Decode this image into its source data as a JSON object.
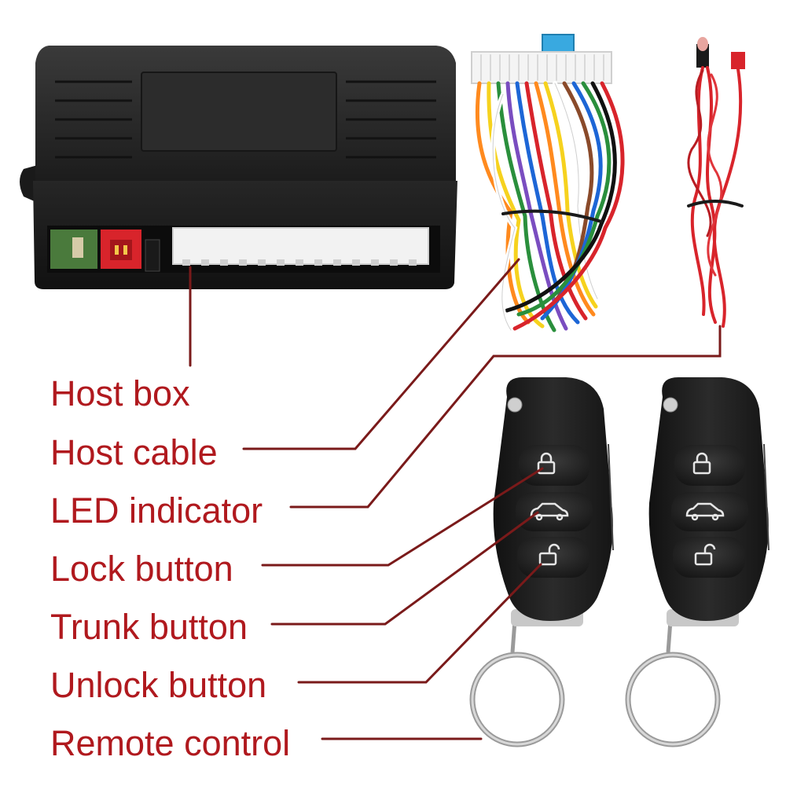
{
  "labels": [
    "Host box",
    "Host cable",
    "LED indicator",
    "Lock button",
    "Trunk button",
    "Unlock button",
    "Remote control"
  ],
  "colors": {
    "label_text": "#b0191e",
    "leader_line": "#7a1a1a",
    "device_body": "#1f1f1f",
    "connector_red": "#d8242b",
    "connector_white": "#f2f2f2",
    "fuse_blue": "#39a9e0",
    "wire_red": "#d8242b"
  },
  "components": {
    "host_box": "host-box",
    "host_cable": "wire-harness",
    "led_indicator": "led-indicator-cable",
    "remotes": [
      "remote-control-1",
      "remote-control-2"
    ]
  },
  "icons": {
    "lock": "lock-icon",
    "trunk": "car-trunk-icon",
    "unlock": "unlock-icon"
  }
}
